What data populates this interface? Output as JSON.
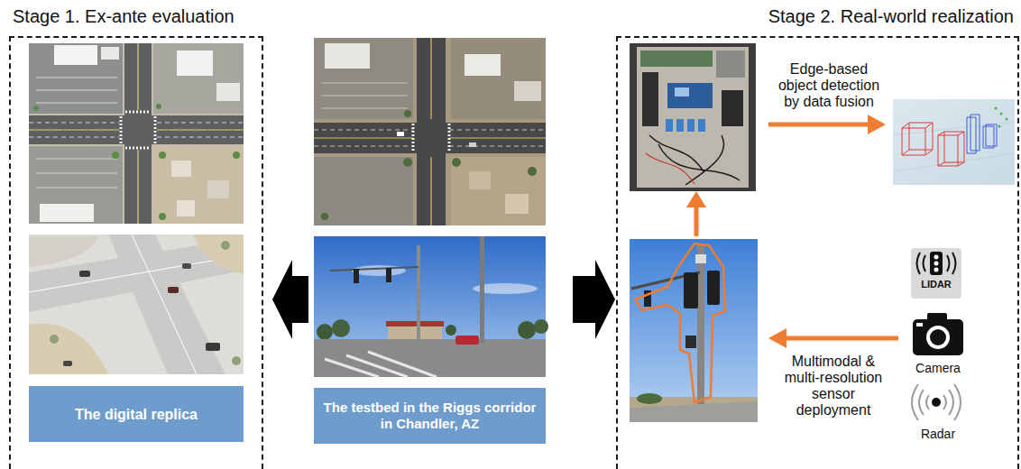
{
  "diagram": {
    "nodes": [
      {
        "text": [
          "Stage 1. Ex-ante evaluation"
        ]
      },
      {
        "text": [
          "The digital replica"
        ],
        "in": 0
      },
      {
        "text": [
          "The testbed in the Riggs corridor in Chandler, AZ"
        ]
      },
      {
        "text": [
          "Stage 2. Real-world realization"
        ]
      }
    ],
    "edges": [
      {
        "from": 2,
        "to": 0,
        "arrow": "to"
      },
      {
        "from": 2,
        "to": 3,
        "arrow": "to"
      }
    ],
    "labels": [
      "Edge-based object detection by data fusion",
      "LIDAR",
      "Camera",
      "Radar",
      "Multimodal & multi-resolution sensor deployment"
    ]
  }
}
